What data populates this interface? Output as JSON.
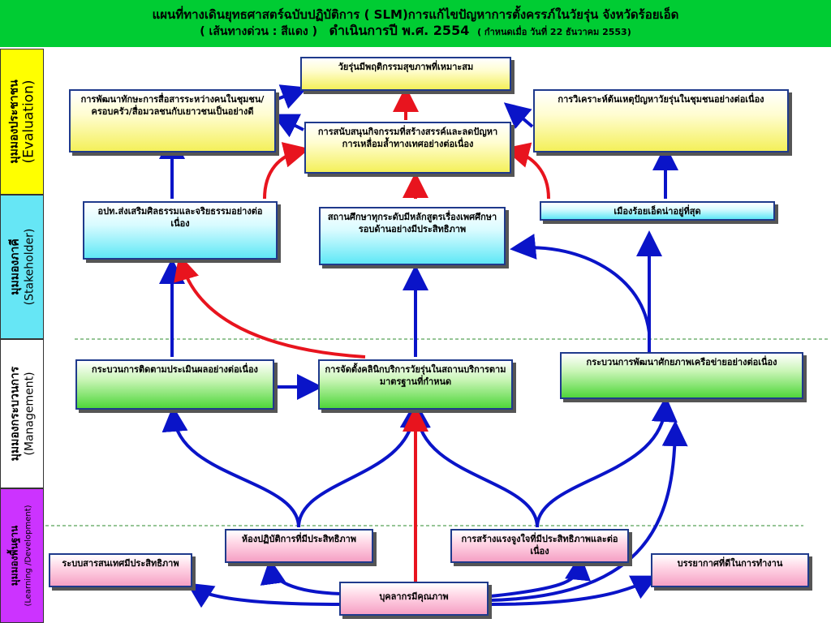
{
  "header": {
    "line1": "แผนที่ทางเดินยุทธศาสตร์ฉบับปฏิบัติการ ( SLM)การแก้ไขปัญหาการตั้งครรภ์ในวัยรุ่น จังหวัดร้อยเอ็ด",
    "line2_a": "( เส้นทางด่วน : สีแดง )",
    "line2_b": "ดำเนินการปี พ.ศ. 2554",
    "line2_c": "( กำหนดเมื่อ วันที่ 22 ธันวาคม 2553)"
  },
  "perspectives": {
    "evaluation": {
      "th": "มุมมองประชาชน",
      "en": "(Evaluation)"
    },
    "stakeholder": {
      "th": "มุมมองภาคี",
      "en": "(Stakeholder)"
    },
    "management": {
      "th": "มุมมองกระบวนการ",
      "en": "(Management)"
    },
    "learning": {
      "th": "มุมมองพื้นฐาน",
      "en": "(Learning /Development)"
    }
  },
  "boxes": {
    "goal": "วัยรุ่นมีพฤติกรรมสุขภาพที่เหมาะสม",
    "communication": "การพัฒนาทักษะการสื่อสารระหว่างคนในชุมชน/ครอบครัว/สื่อมวลชนกับเยาวชนเป็นอย่างดี",
    "creative": "การสนับสนุนกิจกรรมที่สร้างสรรค์และลดปัญหาการเหลื่อมล้ำทางเทศอย่างต่อเนื่อง",
    "analysis": "การวิเคราะห์ต้นเหตุปัญหาวัยรุ่นในชุมชนอย่างต่อเนื่อง",
    "culture": "อปท.ส่งเสริมศิลธรรมและจริยธรรมอย่างต่อเนื่อง",
    "school": "สถานศึกษาทุกระดับมีหลักสูตรเรื่องเพศศึกษารอบด้านอย่างมีประสิทธิภาพ",
    "city": "เมืองร้อยเอ็ดน่าอยู่ที่สุด",
    "monitoring": "กระบวนการติดตามประเมินผลอย่างต่อเนื่อง",
    "clinic": "การจัดตั้งคลินิกบริการวัยรุ่นในสถานบริการตามมาตรฐานที่กำหนด",
    "network": "กระบวนการพัฒนาศักยภาพเครือข่ายอย่างต่อเนื่อง",
    "lab": "ห้องปฏิบัติการที่มีประสิทธิภาพ",
    "motivation": "การสร้างแรงจูงใจที่มีประสิทธิภาพและต่อเนื่อง",
    "info": "ระบบสารสนเทศมีประสิทธิภาพ",
    "atmosphere": "บรรยากาศที่ดีในการทำงาน",
    "staff": "บุคลากรมีคุณภาพ"
  },
  "colors": {
    "header": "#00cc33",
    "blue_arrow": "#0a14c8",
    "red_arrow": "#e8141e",
    "eval": "#ffff00",
    "stake": "#66e6f5",
    "manage": "#ffffff",
    "learn": "#cc33ff"
  }
}
